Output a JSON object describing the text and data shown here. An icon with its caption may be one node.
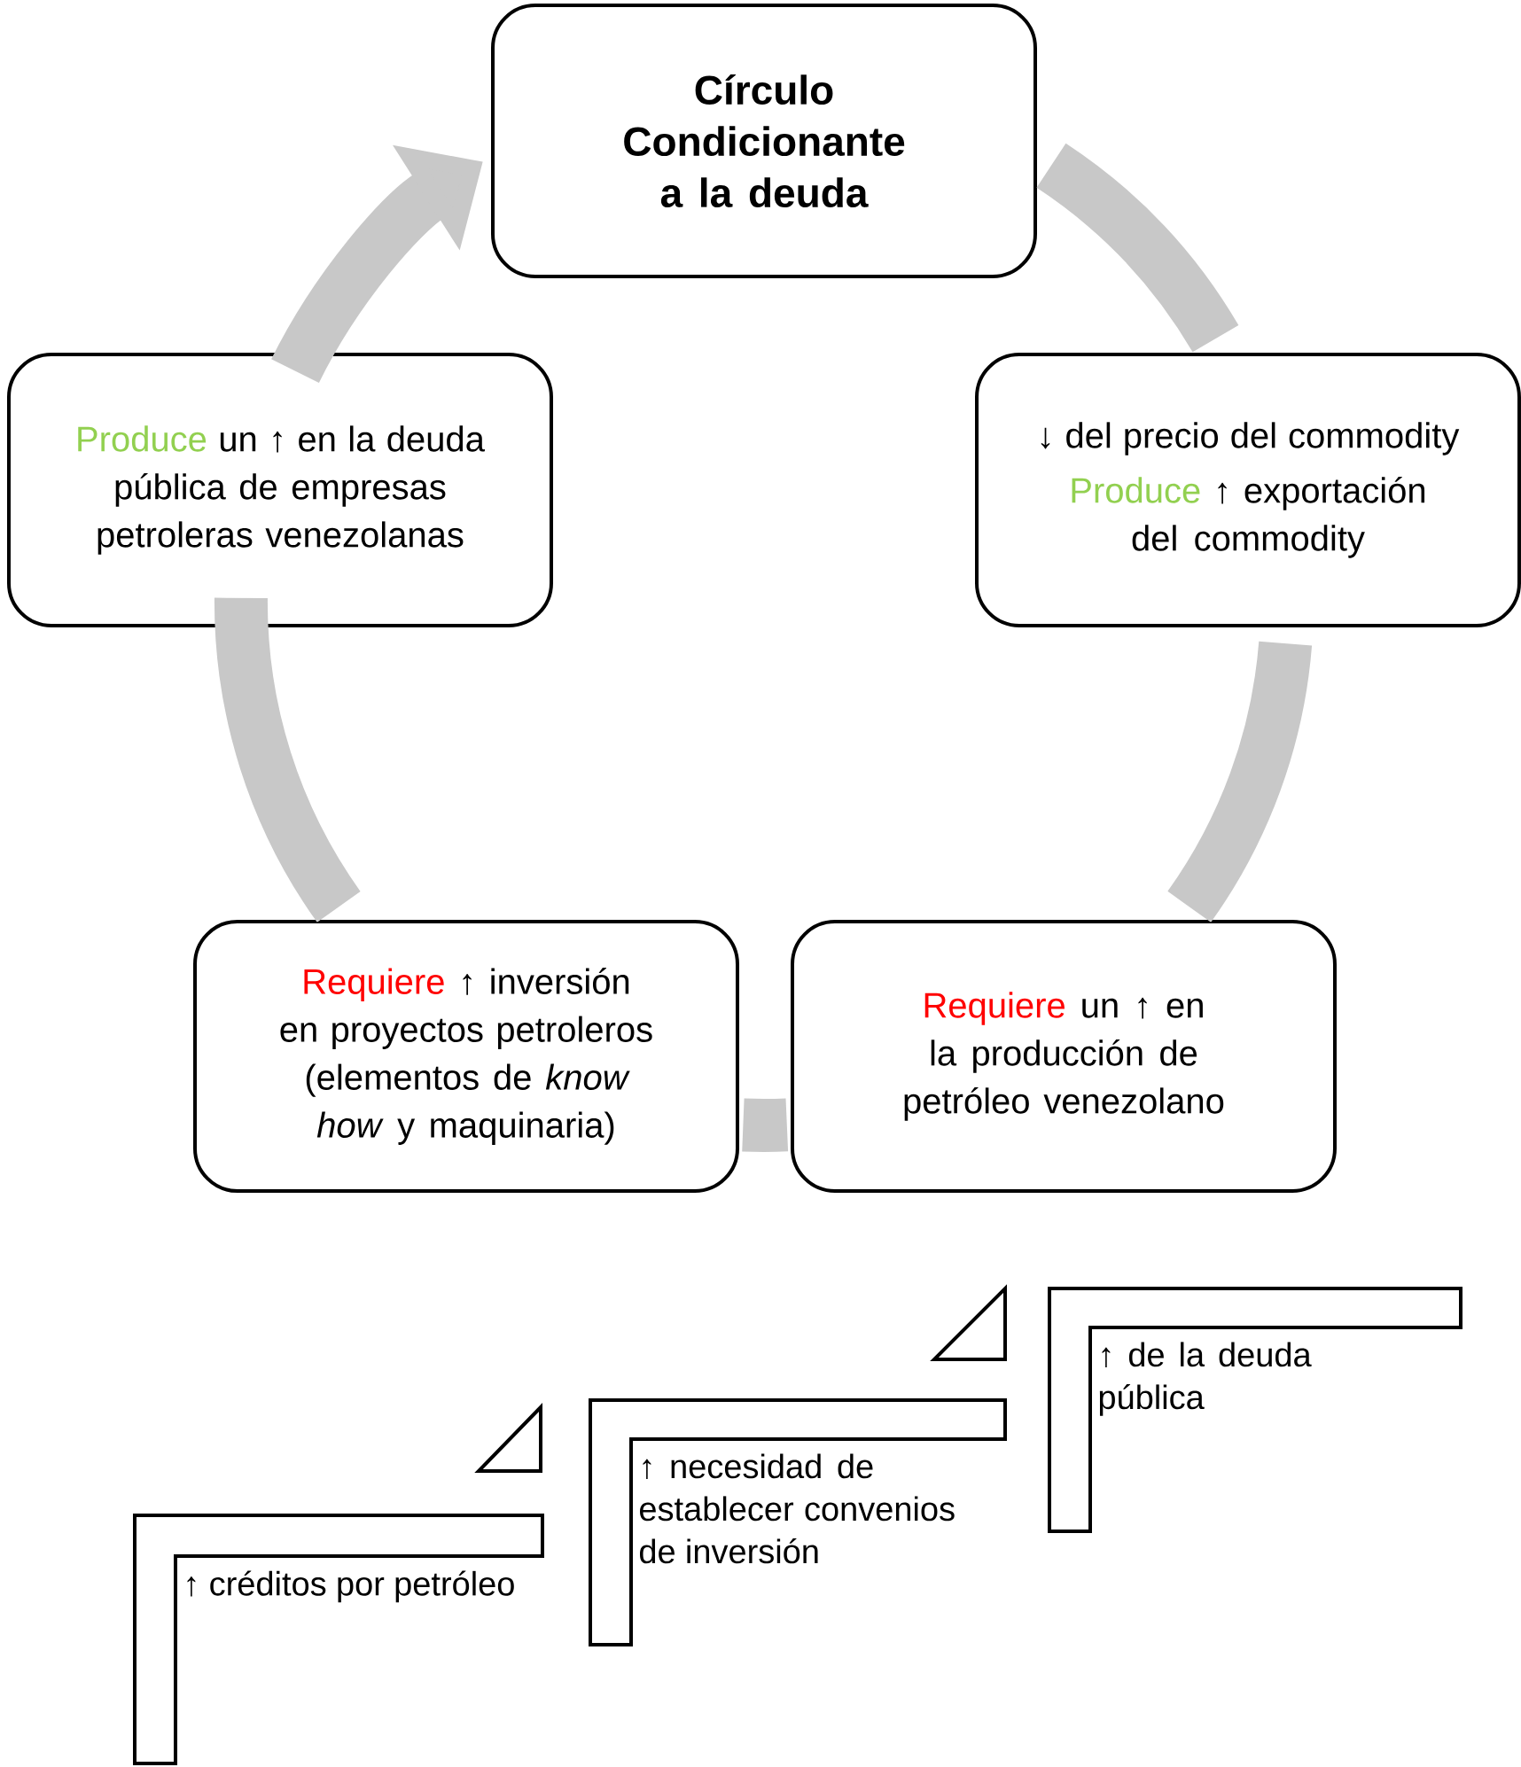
{
  "diagram": {
    "nodes": [
      {
        "text": [
          "Círculo Condicionante a la deuda"
        ]
      },
      {
        "text": [
          "↓ del precio del commodity",
          "Produce",
          "↑ exportación del commodity"
        ]
      },
      {
        "text": [
          "Requiere",
          "un ↑ en la producción de petróleo venezolano"
        ]
      },
      {
        "text": [
          "Requiere",
          "↑ inversión en proyectos petroleros (elementos de *know how* y maquinaria)"
        ]
      },
      {
        "text": [
          "Produce",
          "un ↑ en la deuda pública de empresas petroleras venezolanas"
        ]
      },
      {
        "text": [
          "↑ créditos por petróleo"
        ]
      },
      {
        "text": [
          "↑ necesidad de establecer convenios de inversión"
        ]
      },
      {
        "text": [
          "↑ de la deuda pública"
        ]
      }
    ],
    "edges": [
      {
        "from": 0,
        "to": 1,
        "arrow": "none"
      },
      {
        "from": 1,
        "to": 2,
        "arrow": "none"
      },
      {
        "from": 2,
        "to": 3,
        "arrow": "none"
      },
      {
        "from": 3,
        "to": 4,
        "arrow": "none"
      },
      {
        "from": 4,
        "to": 0,
        "arrow": "to"
      }
    ]
  }
}
